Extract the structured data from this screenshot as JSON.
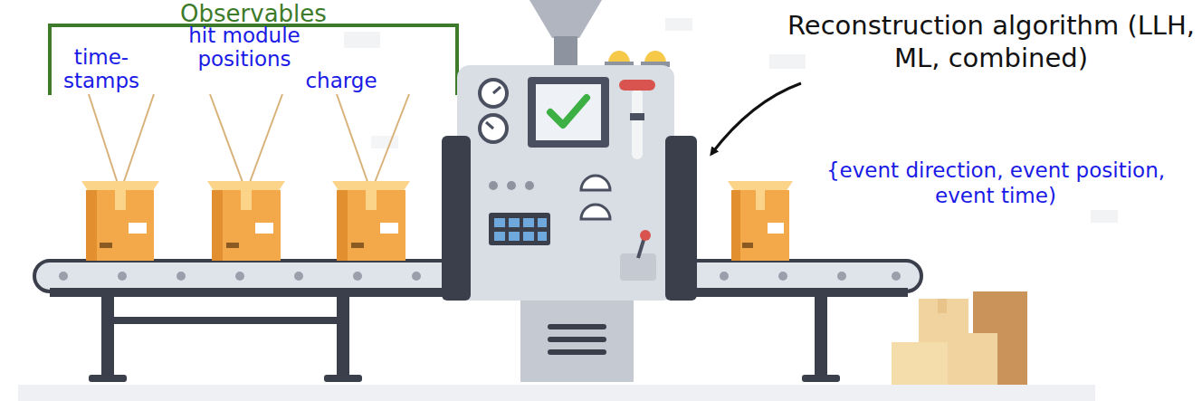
{
  "diagram": {
    "labels": [
      "Observables",
      "time- stamps",
      "hit module positions",
      "charge",
      "Reconstruction algorithm (LLH, ML, combined)",
      "{event direction, event position, event time)"
    ]
  }
}
